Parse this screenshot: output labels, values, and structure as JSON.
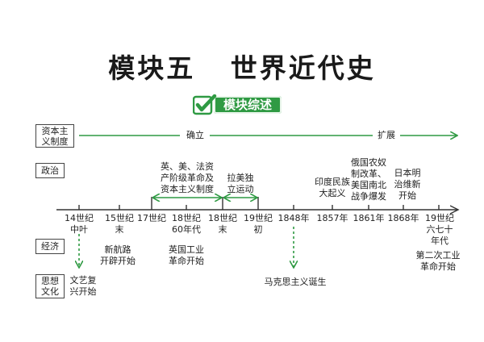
{
  "title": "模块五   世界近代史",
  "badge": {
    "label": "模块综述",
    "icon": "check-icon"
  },
  "rows": {
    "capitalism": "资本主\n义制度",
    "politics": "政治",
    "economy": "经济",
    "thought": "思想\n文化"
  },
  "capitalism_arrow": {
    "left_label": "确立",
    "right_label": "扩展"
  },
  "timeline": [
    "14世纪\n中叶",
    "15世纪\n末",
    "17世纪",
    "18世纪\n60年代",
    "18世纪\n末",
    "19世纪\n初",
    "1848年",
    "1857年",
    "1861年",
    "1868年",
    "19世纪\n六七十\n年代"
  ],
  "politics_events": {
    "revolution": "英、美、法资\n产阶级革命及\n资本主义制度",
    "latin_america": "拉美独\n立运动",
    "india": "印度民族\n大起义",
    "russia_us": "俄国农奴\n制改革、\n美国南北\n战争爆发",
    "japan": "日本明\n治维新\n开始"
  },
  "economy_events": {
    "route": "新航路\n开辟开始",
    "industrial1": "英国工业\n革命开始",
    "industrial2": "第二次工业\n革命开始"
  },
  "culture_events": {
    "renaissance": "文艺复\n兴开始",
    "marxism": "马克思主义诞生"
  },
  "colors": {
    "green": "#2f9a43",
    "line": "#333333"
  }
}
